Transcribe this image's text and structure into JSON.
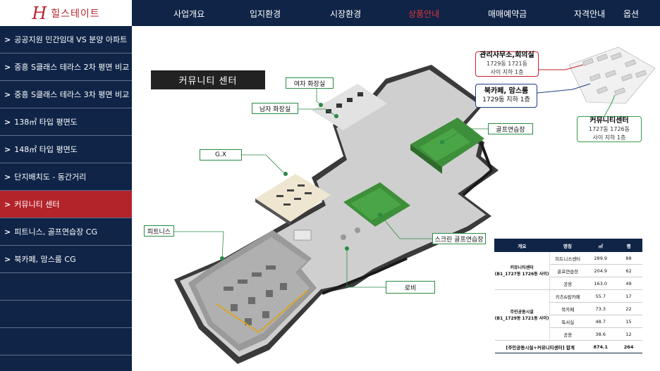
{
  "brand": {
    "logo_mark": "H",
    "name": "힐스테이트"
  },
  "topnav": [
    {
      "label": "사업개요",
      "active": false
    },
    {
      "label": "입지환경",
      "active": false
    },
    {
      "label": "시장환경",
      "active": false
    },
    {
      "label": "상품안내",
      "active": true
    },
    {
      "label": "매매예약금",
      "active": false
    },
    {
      "label": "자격안내",
      "active": false
    },
    {
      "label": "옵션",
      "active": false
    }
  ],
  "sidebar": {
    "items": [
      {
        "label": "공공지원 민간임대 VS 분양 아파트",
        "active": false
      },
      {
        "label": "중흥 S클래스 테라스 2차 평면 비교",
        "active": false
      },
      {
        "label": "중흥 S클래스 테라스 3차 평면 비교",
        "active": false
      },
      {
        "label": "138㎡ 타입 평면도",
        "active": false
      },
      {
        "label": "148㎡ 타입 평면도",
        "active": false
      },
      {
        "label": "단지배치도 - 동간거리",
        "active": false
      },
      {
        "label": "커뮤니티 센터",
        "active": true
      },
      {
        "label": "피트니스, 골프연습장 CG",
        "active": false
      },
      {
        "label": "북카페, 맘스룸 CG",
        "active": false
      }
    ]
  },
  "main": {
    "section_title": "커뮤니티 센터",
    "labels": {
      "womens_restroom": "여자 화장실",
      "mens_restroom": "남자 화장실",
      "gx": "G.X",
      "golf_range": "골프연습장",
      "fitness": "피트니스",
      "screen_golf": "스크린 골프연습장",
      "lobby": "로비"
    },
    "site_boxes": {
      "management": {
        "title": "관리사무소,회의실",
        "sub1": "1729동 1721동",
        "sub2": "사이 지하 1층",
        "color": "#c5222b"
      },
      "bookcafe": {
        "title": "북카페, 맘스룸",
        "sub1": "1729동 지하 1층",
        "sub2": "",
        "color": "#1b3d84"
      },
      "community": {
        "title": "커뮤니티센터",
        "sub1": "1727동 1726동",
        "sub2": "사이 지하 1층",
        "color": "#3a9a4a"
      }
    },
    "table": {
      "headers": [
        "개요",
        "명칭",
        "㎡",
        "평"
      ],
      "group1_l1": "커뮤니티센터",
      "group1_l2": "(B1_1727동 1726동 사이)",
      "group2_l1": "주민공동시설",
      "group2_l2": "(B1_1729동 1721동 사이)",
      "rows": [
        {
          "name": "피트니스센터",
          "m2": "289.9",
          "py": "88"
        },
        {
          "name": "골프연습장",
          "m2": "204.9",
          "py": "62"
        },
        {
          "name": "공용",
          "m2": "163.0",
          "py": "49"
        },
        {
          "name": "키즈&맘카페",
          "m2": "55.7",
          "py": "17"
        },
        {
          "name": "북카페",
          "m2": "73.3",
          "py": "22"
        },
        {
          "name": "독서실",
          "m2": "48.7",
          "py": "15"
        },
        {
          "name": "공용",
          "m2": "38.6",
          "py": "12"
        }
      ],
      "total_label": "[주민공동시설+커뮤니티센터] 합계",
      "total_m2": "874.1",
      "total_py": "264"
    },
    "accent_green": "#2a8a45",
    "accent_navy": "#0f2447",
    "accent_red": "#b3232a"
  }
}
